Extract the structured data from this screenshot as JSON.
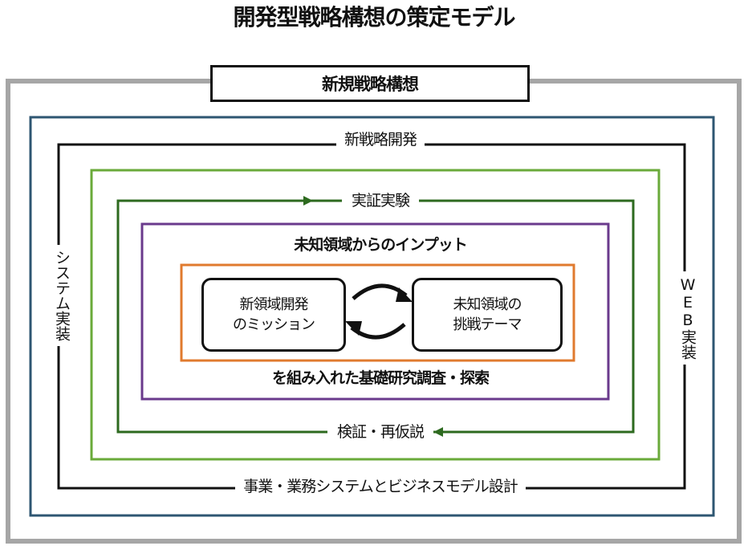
{
  "title": "開発型戦略構想の策定モデル",
  "top_box": "新規戦略構想",
  "rings": {
    "outer_black_top": "新戦略開発",
    "outer_black_bottom": "事業・業務システムとビジネスモデル設計",
    "left_vertical": "システム実装",
    "right_vertical": "WEB実装",
    "dark_green_top": "実証実験",
    "dark_green_bottom": "検証・再仮説",
    "purple_top": "未知領域からのインプット",
    "purple_bottom": "を組み入れた基礎研究調査・探索"
  },
  "core": {
    "left_box": [
      "新領域開発",
      "のミッション"
    ],
    "right_box": [
      "未知領域の",
      "挑戦テーマ"
    ]
  },
  "colors": {
    "gray_frame": "#a6a6a6",
    "navy_frame": "#2e5672",
    "black_frame": "#111111",
    "light_green_frame": "#6aaa3a",
    "dark_green_frame": "#2d6a1f",
    "purple_frame": "#6a3a8c",
    "orange_frame": "#e07a2e"
  }
}
